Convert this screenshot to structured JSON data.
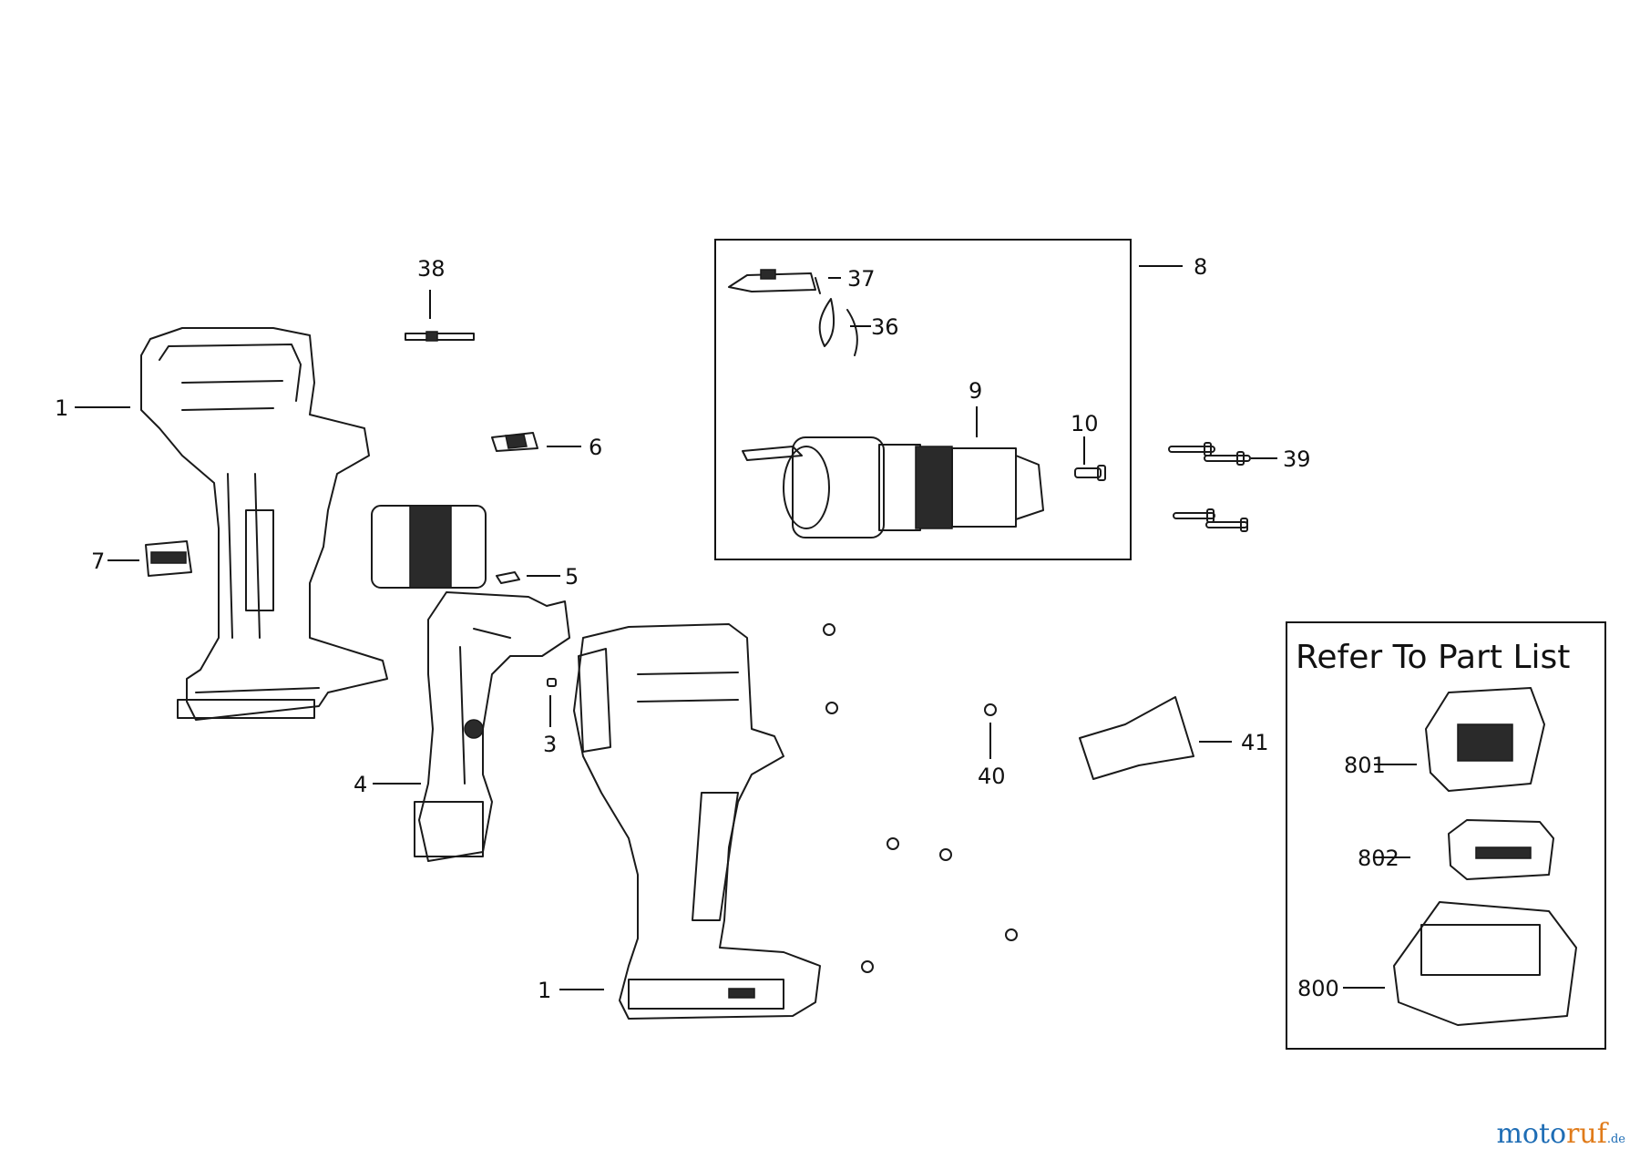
{
  "labels": {
    "housing_left": "1",
    "switch_harness": "4",
    "pin": "3",
    "slider_38": "38",
    "part_6": "6",
    "badge_7": "7",
    "part_5": "5",
    "gearbox_assembly": "8",
    "slider_37": "37",
    "spring_36": "36",
    "gearbox": "9",
    "screw_10": "10",
    "screws_39": "39",
    "screws_40": "40",
    "label_41": "41",
    "housing_right": "1",
    "battery_801": "801",
    "battery_802": "802",
    "charger_800": "800"
  },
  "refer_box": {
    "title": "Refer To Part List"
  },
  "watermark": {
    "brand_a": "moto",
    "brand_b": "ruf",
    "tld": ".de"
  }
}
